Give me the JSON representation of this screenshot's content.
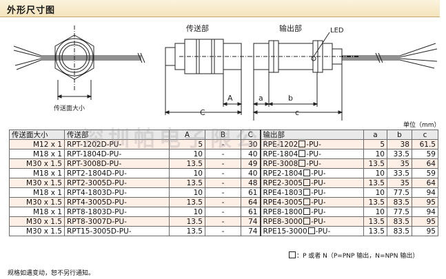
{
  "header": {
    "title": "外形尺寸图"
  },
  "drawing": {
    "transmitter_label": "传送部",
    "receiver_label": "输出部",
    "led_label": "LED",
    "front_view_label": "传送面大小",
    "dim_A": "A",
    "dim_C": "C",
    "dim_a": "a",
    "dim_b": "b",
    "dim_c": "c"
  },
  "unit_label": "单位（mm）",
  "table": {
    "headers": [
      "传送面大小",
      "传送部",
      "A",
      "B",
      "C",
      "输出部",
      "a",
      "b",
      "c"
    ],
    "rows": [
      {
        "size": "M12 x 1",
        "tx": "RPT-1202D-PU-",
        "A": "5",
        "B": "-",
        "C": "30",
        "rx_pre": "RPE-1202",
        "rx_post": "-PU-",
        "a": "5",
        "b": "38",
        "c": "61.5"
      },
      {
        "size": "M18 x 1",
        "tx": "RPT-1804D-PU-",
        "A": "10",
        "B": "-",
        "C": "40",
        "rx_pre": "RPE-1804",
        "rx_post": "-PU-",
        "a": "10",
        "b": "33.5",
        "c": "59"
      },
      {
        "size": "M30 x 1.5",
        "tx": "RPT-3008D-PU-",
        "A": "13.5",
        "B": "-",
        "C": "49",
        "rx_pre": "RPE-3008",
        "rx_post": "-PU-",
        "a": "13.5",
        "b": "35",
        "c": "64"
      },
      {
        "size": "M18 x 1",
        "tx": "RPT2-1804D-PU-",
        "A": "10",
        "B": "-",
        "C": "40",
        "rx_pre": "RPE2-1804",
        "rx_post": "-PU-",
        "a": "10",
        "b": "33.5",
        "c": "59"
      },
      {
        "size": "M30 x 1.5",
        "tx": "RPT2-3005D-PU-",
        "A": "13.5",
        "B": "-",
        "C": "48",
        "rx_pre": "RPE2-3005",
        "rx_post": "-PU-",
        "a": "13.5",
        "b": "35",
        "c": "64"
      },
      {
        "size": "M18 x 1",
        "tx": "RPT4-1803D-PU-",
        "A": "10",
        "B": "-",
        "C": "61",
        "rx_pre": "RPE4-1803",
        "rx_post": "-PU-",
        "a": "10",
        "b": "77.5",
        "c": "94"
      },
      {
        "size": "M30 x 1.5",
        "tx": "RPT4-3005D-PU-",
        "A": "13.5",
        "B": "-",
        "C": "64",
        "rx_pre": "RPE4-3005",
        "rx_post": "-PU-",
        "a": "13.5",
        "b": "83.5",
        "c": "95"
      },
      {
        "size": "M18 x 1",
        "tx": "RPT8-1803D-PU-",
        "A": "10",
        "B": "-",
        "C": "61",
        "rx_pre": "RPE8-1800",
        "rx_post": "-PU-",
        "a": "10",
        "b": "77.5",
        "c": "94"
      },
      {
        "size": "M30 x 1.5",
        "tx": "RPT8-3007D-PU-",
        "A": "13.5",
        "B": "-",
        "C": "74",
        "rx_pre": "RPE8-3000",
        "rx_post": "-PU-",
        "a": "13.5",
        "b": "83.5",
        "c": "95"
      },
      {
        "size": "M30 x 1.5",
        "tx": "RPT15-3005D-PU-",
        "A": "13.5",
        "B": "-",
        "C": "74",
        "rx_pre": "RPE15-3000",
        "rx_post": "-PU-",
        "a": "13.5",
        "b": "83.5",
        "c": "95"
      }
    ]
  },
  "footnote": "：P 或者 N（P=PNP 输出，N=NPN 输出）",
  "bottom_note": "规格如遇变动，恕不另行通知。",
  "watermark": "深圳帕电子限公司"
}
